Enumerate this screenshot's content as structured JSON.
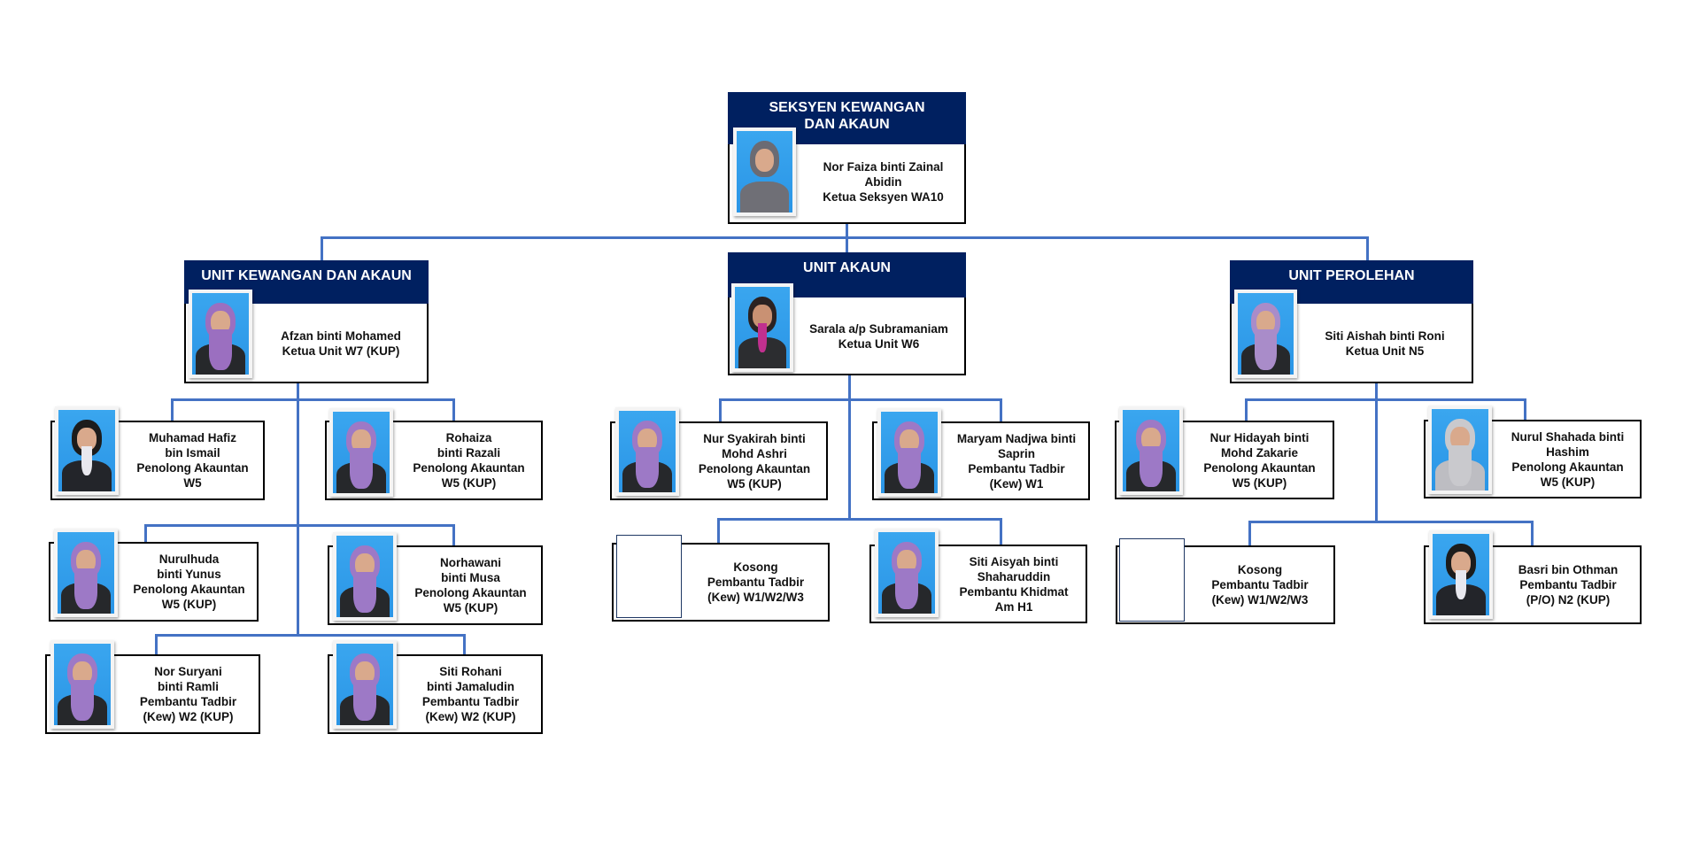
{
  "colors": {
    "header_bg": "#002060",
    "connector": "#4472c4",
    "border": "#000000"
  },
  "section": {
    "title_lines": [
      "SEKSYEN KEWANGAN",
      "DAN AKAUN"
    ],
    "head": {
      "lines": [
        "Nor Faiza binti Zainal",
        "Abidin",
        "Ketua Seksyen WA10"
      ],
      "photo": "portrait-grey-hijab"
    }
  },
  "units": [
    {
      "title": "UNIT KEWANGAN DAN AKAUN",
      "head": {
        "lines": [
          "Afzan binti Mohamed",
          "Ketua Unit W7 (KUP)"
        ],
        "photo": "portrait-purple-hijab"
      },
      "staff": [
        {
          "lines": [
            "Muhamad Hafiz",
            "bin Ismail",
            "Penolong Akauntan",
            "W5"
          ],
          "photo": "portrait-male"
        },
        {
          "lines": [
            "Rohaiza",
            "binti Razali",
            "Penolong Akauntan",
            "W5 (KUP)"
          ],
          "photo": "portrait-purple-hijab"
        },
        {
          "lines": [
            "Nurulhuda",
            "binti Yunus",
            "Penolong Akauntan",
            "W5 (KUP)"
          ],
          "photo": "portrait-purple-hijab"
        },
        {
          "lines": [
            "Norhawani",
            "binti Musa",
            "Penolong Akauntan",
            "W5 (KUP)"
          ],
          "photo": "portrait-purple-hijab"
        },
        {
          "lines": [
            "Nor Suryani",
            "binti Ramli",
            "Pembantu Tadbir",
            "(Kew) W2 (KUP)"
          ],
          "photo": "portrait-purple-hijab"
        },
        {
          "lines": [
            "Siti Rohani",
            "binti Jamaludin",
            "Pembantu Tadbir",
            "(Kew) W2 (KUP)"
          ],
          "photo": "portrait-purple-hijab"
        }
      ]
    },
    {
      "title": "UNIT AKAUN",
      "head": {
        "lines": [
          "Sarala a/p Subramaniam",
          "Ketua Unit W6"
        ],
        "photo": "portrait-no-hijab"
      },
      "staff": [
        {
          "lines": [
            "Nur Syakirah binti",
            "Mohd Ashri",
            "Penolong Akauntan",
            "W5 (KUP)"
          ],
          "photo": "portrait-purple-hijab"
        },
        {
          "lines": [
            "Maryam Nadjwa binti",
            "Saprin",
            "Pembantu Tadbir",
            "(Kew) W1"
          ],
          "photo": "portrait-purple-hijab"
        },
        {
          "lines": [
            "Kosong",
            "Pembantu Tadbir",
            "(Kew) W1/W2/W3"
          ],
          "photo": "vacant"
        },
        {
          "lines": [
            "Siti Aisyah binti",
            "Shaharuddin",
            "Pembantu Khidmat",
            "Am H1"
          ],
          "photo": "portrait-purple-hijab"
        }
      ]
    },
    {
      "title": "UNIT PEROLEHAN",
      "head": {
        "lines": [
          "Siti Aishah binti Roni",
          "Ketua Unit N5"
        ],
        "photo": "portrait-purple-hijab"
      },
      "staff": [
        {
          "lines": [
            "Nur Hidayah binti",
            "Mohd Zakarie",
            "Penolong Akauntan",
            "W5 (KUP)"
          ],
          "photo": "portrait-purple-hijab"
        },
        {
          "lines": [
            "Nurul Shahada binti",
            "Hashim",
            "Penolong Akauntan",
            "W5 (KUP)"
          ],
          "photo": "portrait-grey-hijab"
        },
        {
          "lines": [
            "Kosong",
            "Pembantu Tadbir",
            "(Kew) W1/W2/W3"
          ],
          "photo": "vacant"
        },
        {
          "lines": [
            "Basri bin Othman",
            "Pembantu Tadbir",
            "(P/O) N2 (KUP)"
          ],
          "photo": "portrait-male"
        }
      ]
    }
  ]
}
